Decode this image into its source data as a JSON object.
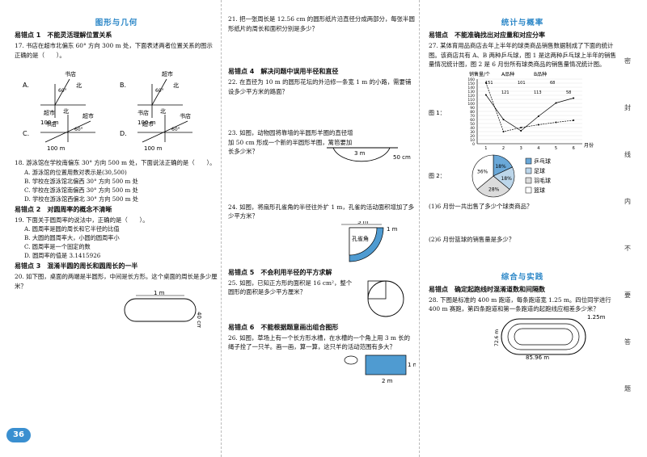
{
  "col1": {
    "section": "图形与几何",
    "e1": "易错点 1　不能灵活理解位置关系",
    "q17": "17. 书店在超市北偏东 60° 方向 300 m 处，下面表述两者位置关系的图示正确的是（　　）。",
    "optA": "A.",
    "optB": "B.",
    "optC": "C.",
    "optD": "D.",
    "bookstore": "书店",
    "supermarket": "超市",
    "north": "北",
    "angle60": "60°",
    "scale": "100 m",
    "q18": "18. 游泳馆在学校南偏东 30° 方向 500 m 处，下面说法正确的是（　　）。",
    "q18a": "A. 游泳馆的位置用数对表示是(30,500)",
    "q18b": "B. 学校在游泳馆北偏西 30° 方向 500 m 处",
    "q18c": "C. 学校在游泳馆南偏西 30° 方向 500 m 处",
    "q18d": "D. 学校在游泳馆西偏北 30° 方向 500 m 处",
    "e2": "易错点 2　对圆周率的概念不清晰",
    "q19": "19. 下面关于圆周率的说法中，正确的是（　　）。",
    "q19a": "A. 圆周率是圆的周长和它半径的比值",
    "q19b": "B. 大圆的圆周率大，小圆的圆周率小",
    "q19c": "C. 圆周率是一个固定的数",
    "q19d": "D. 圆周率的值是 3.1415926",
    "e3": "易错点 3　混淆半圆的周长和圆周长的一半",
    "q20": "20. 如下图，桌面的两端是半圆形，中间是长方形。这个桌面的周长是多少厘米？",
    "dim1m": "1 m",
    "dim40cm": "40 cm"
  },
  "col2": {
    "q21": "21. 把一张周长是 12.56 cm 的圆形纸片沿直径分成两部分，每张半圆形纸片的周长和面积分别是多少？",
    "e4": "易错点 4　解决问题中误用半径和直径",
    "q22": "22. 在直径为 10 m 的圆形花坛的外沿修一条宽 1 m 的小路，需要铺设多少平方米的路面？",
    "q23": "23. 如图，动物园将靠墙的半圆形羊圈的直径增加 50 cm 形成一个新的半圆形羊圈，篱笆要加长多少米？",
    "dim3m": "3 m",
    "dim50cm": "50 cm",
    "q24": "24. 如图，将扇形孔雀角的半径往外扩 1 m，孔雀的活动面积增加了多少平方米？",
    "dim5m": "5 m",
    "dim1mb": "1 m",
    "peacock": "孔雀角",
    "e5": "易错点 5　不会利用半径的平方求解",
    "q25": "25. 如图，已知正方形的面积是 16 cm²，整个圆形的面积是多少平方厘米？",
    "e6": "易错点 6　不能根据题意画出组合图形",
    "q26": "26. 如图，草场上有一个长方形水槽，在水槽的一个角上用 3 m 长的绳子拴了一只羊。画一画，算一算，这只羊的活动范围有多大？",
    "dim2m": "2 m",
    "dim1mc": "1 m"
  },
  "col3": {
    "section": "统计与概率",
    "e1": "易错点　不能准确找出对应量和对应分率",
    "q27": "27. 某体育用品商店去年上半年的球类商品销售数据制成了下面的统计图。该商店共有 A、B 两种乒乓球，图 1 是这两种乒乓球上半年的销售量情况统计图，图 2 是 6 月份所有球类商品的销售量情况统计图。",
    "fig1": "图 1：",
    "fig2": "图 2：",
    "q27a": "(1)6 月份一共出售了多少个球类商品？",
    "q27b": "(2)6 月份篮球的销售量是多少？",
    "section2": "综合与实践",
    "e2": "易错点　确定起跑线时混淆道数和间隔数",
    "q28": "28. 下图是标准的 400 m 跑道，每条跑道宽 1.25 m。四位同学进行 400 m 赛跑，第四条跑道和第一条跑道的起跑线应相差多少米？",
    "track_w": "1.25m",
    "track_len": "85.96 m",
    "track_d": "72.6 m"
  },
  "chart_data": {
    "type": "line",
    "ylabel": "销售量/个",
    "xlabel": "月份",
    "categories": [
      "1",
      "2",
      "3",
      "4",
      "5",
      "6"
    ],
    "ylim": [
      0,
      160
    ],
    "yticks": [
      0,
      10,
      20,
      30,
      40,
      50,
      60,
      70,
      80,
      90,
      100,
      110,
      120,
      130,
      140,
      150,
      160
    ],
    "series": [
      {
        "name": "A品种",
        "values": [
          121,
          60,
          32,
          68,
          101,
          113
        ]
      },
      {
        "name": "B品种",
        "values": [
          151,
          30,
          40,
          47,
          53,
          58
        ]
      }
    ],
    "labels": [
      "151",
      "121",
      "101",
      "113",
      "68",
      "58"
    ]
  },
  "pie_data": {
    "type": "pie",
    "slices": [
      {
        "name": "乒乓球",
        "value": 18,
        "color": "#6aa8d8"
      },
      {
        "name": "足球",
        "value": 18,
        "color": "#bcd6ea"
      },
      {
        "name": "羽毛球",
        "value": 28,
        "color": "#dcdcdc"
      },
      {
        "name": "篮球",
        "value": 36,
        "color": "#ffffff"
      }
    ],
    "labels": [
      "18%",
      "18%",
      "28%",
      "36%"
    ]
  },
  "margin": [
    "密",
    "封",
    "线",
    "内",
    "不",
    "要",
    "答",
    "题"
  ],
  "page_number": "36"
}
